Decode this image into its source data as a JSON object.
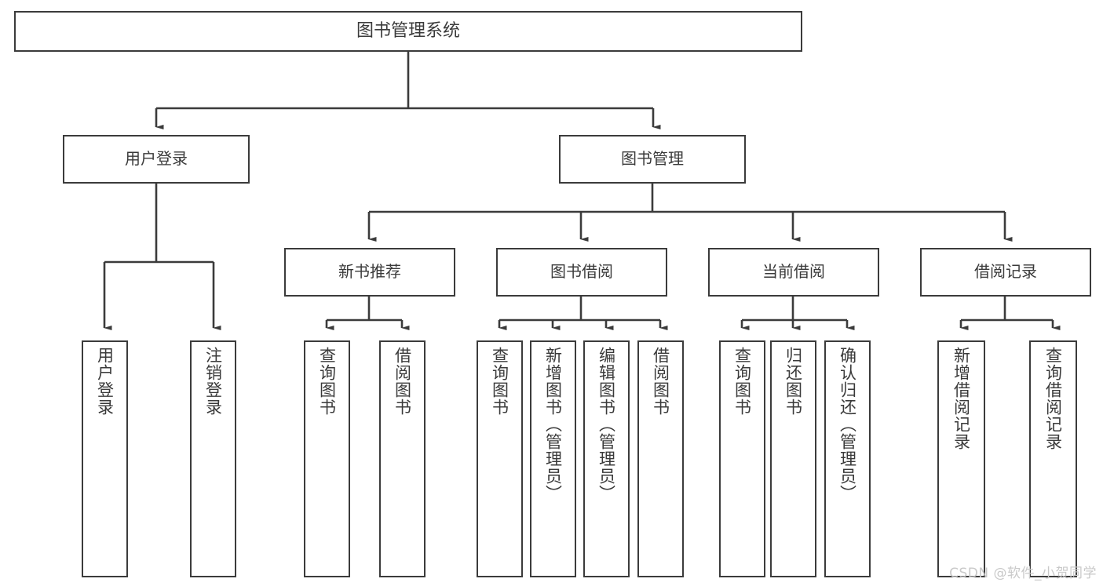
{
  "diagram": {
    "title": "图书管理系统",
    "type": "hierarchy-tree",
    "watermark": "CSDN @软件_小贺同学",
    "colors": {
      "background": "#ffffff",
      "box_fill": "#ffffff",
      "box_border": "#3b3b3b",
      "text": "#3a3a3a",
      "connector": "#3b3b3b",
      "watermark": "#c9c9c9"
    },
    "nodes": {
      "root": {
        "label": "图书管理系统"
      },
      "level1": [
        {
          "label": "用户登录"
        },
        {
          "label": "图书管理"
        }
      ],
      "level2": [
        {
          "label": "新书推荐"
        },
        {
          "label": "图书借阅"
        },
        {
          "label": "当前借阅"
        },
        {
          "label": "借阅记录"
        }
      ],
      "leaves": {
        "user_login": [
          {
            "label": "用户登录"
          },
          {
            "label": "注销登录"
          }
        ],
        "new_book_recommend": [
          {
            "label": "查询图书"
          },
          {
            "label": "借阅图书"
          }
        ],
        "book_borrow": [
          {
            "label": "查询图书"
          },
          {
            "label": "新增图书（管理员）"
          },
          {
            "label": "编辑图书（管理员）"
          },
          {
            "label": "借阅图书"
          }
        ],
        "current_borrow": [
          {
            "label": "查询图书"
          },
          {
            "label": "归还图书"
          },
          {
            "label": "确认归还（管理员）"
          }
        ],
        "borrow_record": [
          {
            "label": "新增借阅记录"
          },
          {
            "label": "查询借阅记录"
          }
        ]
      }
    }
  }
}
